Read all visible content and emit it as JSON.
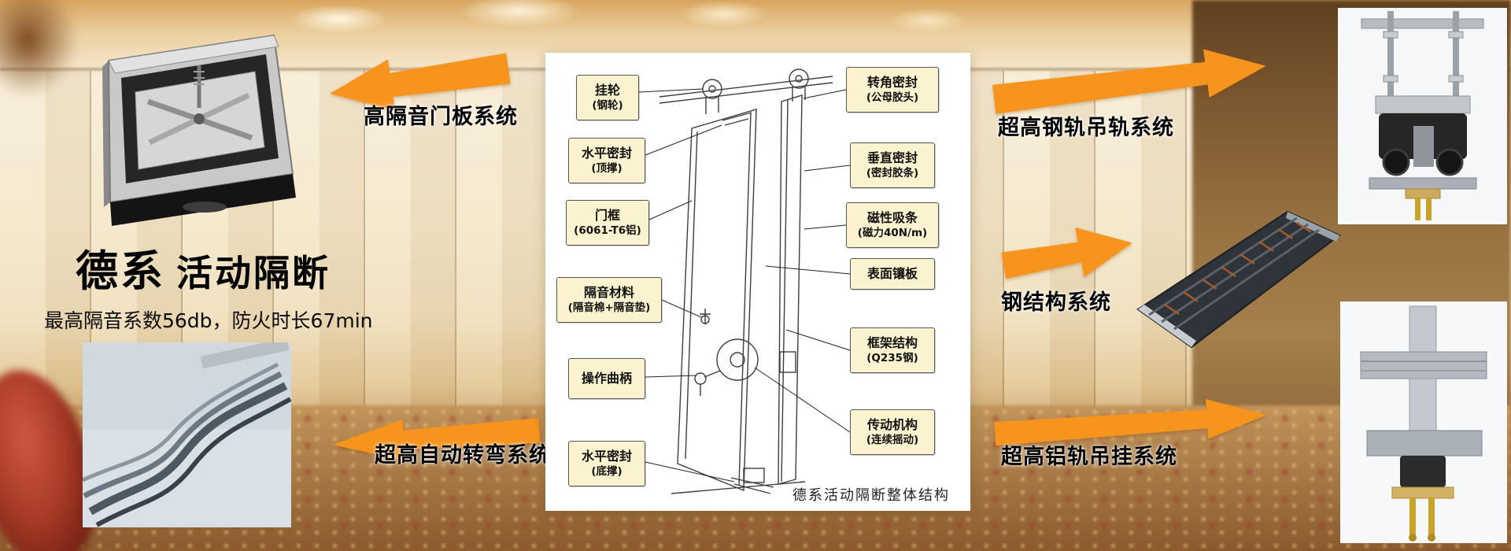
{
  "page": {
    "title_brand": "德系",
    "title_product": "活动隔断",
    "subtitle": "最高隔音系数56db，防火时长67min"
  },
  "labels": {
    "door_panel_system": "高隔音门板系统",
    "auto_turn_system": "超高自动转弯系统",
    "steel_rail_system": "超高钢轨吊轨系统",
    "steel_structure_system": "钢结构系统",
    "aluminum_rail_system": "超高铝轨吊挂系统"
  },
  "diagram": {
    "caption": "德系活动隔断整体结构",
    "left_callouts": [
      {
        "label": "挂轮",
        "sub": "(钢轮)"
      },
      {
        "label": "水平密封",
        "sub": "(顶撑)"
      },
      {
        "label": "门框",
        "sub": "(6061-T6铝)"
      },
      {
        "label": "隔音材料",
        "sub": "(隔音棉+隔音垫)"
      },
      {
        "label": "操作曲柄",
        "sub": ""
      },
      {
        "label": "水平密封",
        "sub": "(底撑)"
      }
    ],
    "right_callouts": [
      {
        "label": "转角密封",
        "sub": "(公母胶头)"
      },
      {
        "label": "垂直密封",
        "sub": "(密封胶条)"
      },
      {
        "label": "磁性吸条",
        "sub": "(磁力40N/m)"
      },
      {
        "label": "表面镶板",
        "sub": ""
      },
      {
        "label": "框架结构",
        "sub": "(Q235钢)"
      },
      {
        "label": "传动机构",
        "sub": "(连续摇动)"
      }
    ]
  },
  "colors": {
    "arrow_orange": "#F7941E",
    "callout_bg": "#FBF3CF",
    "callout_border": "#555555"
  }
}
